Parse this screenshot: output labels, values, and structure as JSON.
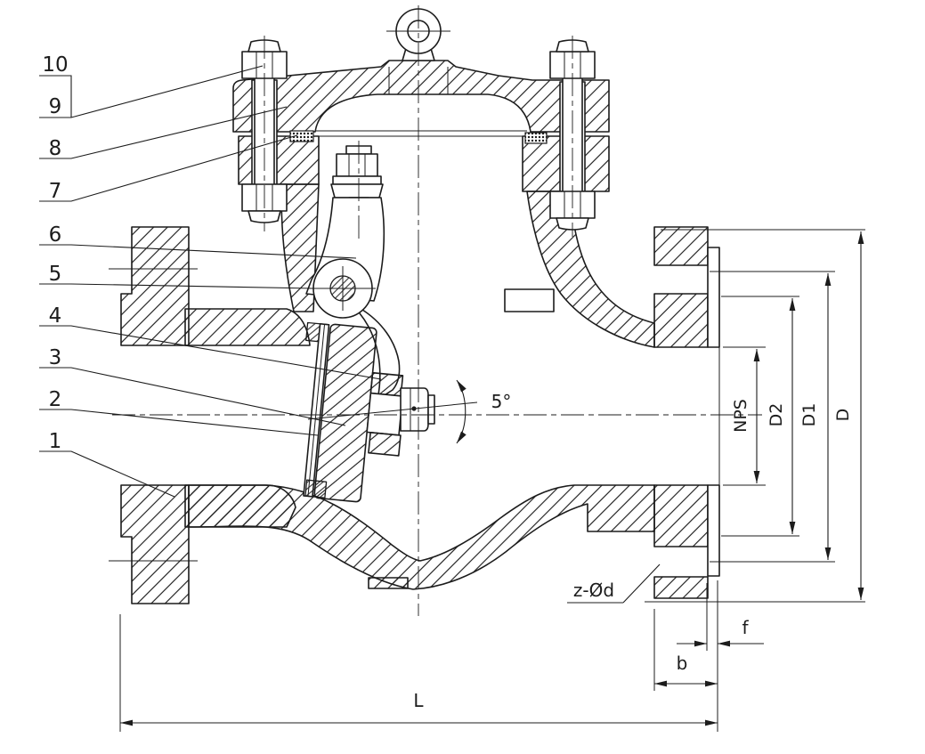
{
  "drawing": {
    "callouts": [
      {
        "label": "10"
      },
      {
        "label": "9"
      },
      {
        "label": "8"
      },
      {
        "label": "7"
      },
      {
        "label": "6"
      },
      {
        "label": "5"
      },
      {
        "label": "4"
      },
      {
        "label": "3"
      },
      {
        "label": "2"
      },
      {
        "label": "1"
      }
    ],
    "dimensions": {
      "nps": "NPS",
      "d2": "D2",
      "d1": "D1",
      "d": "D",
      "l": "L",
      "b": "b",
      "f": "f",
      "bolt_holes": "z-Ød",
      "disc_angle": "5°"
    },
    "colors": {
      "line": "#1c1c1c",
      "background": "#ffffff"
    }
  }
}
